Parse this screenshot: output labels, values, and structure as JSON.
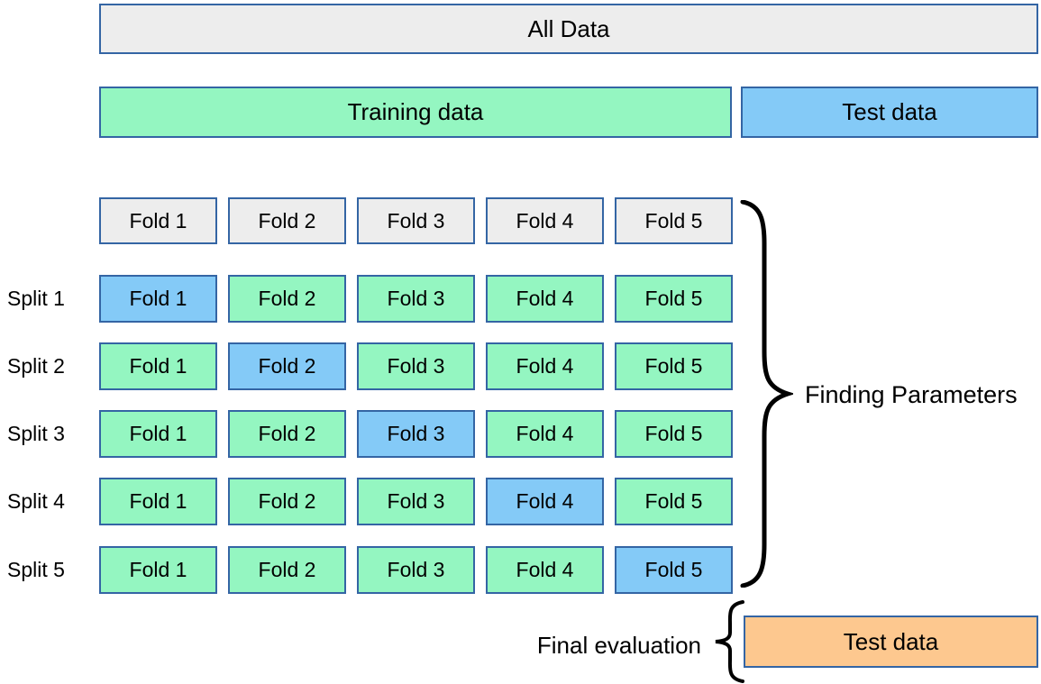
{
  "colors": {
    "border": "#3465a4",
    "gray_fill": "#ededed",
    "green_fill": "#94f6c1",
    "blue_fill": "#84caf7",
    "orange_fill": "#fdc88f"
  },
  "all_data": {
    "label": "All Data"
  },
  "split_bar": {
    "training_label": "Training data",
    "test_label": "Test data"
  },
  "fold_header": [
    "Fold 1",
    "Fold 2",
    "Fold 3",
    "Fold 4",
    "Fold 5"
  ],
  "splits": [
    {
      "label": "Split 1",
      "test_fold": 0,
      "folds": [
        "Fold 1",
        "Fold 2",
        "Fold 3",
        "Fold 4",
        "Fold 5"
      ]
    },
    {
      "label": "Split 2",
      "test_fold": 1,
      "folds": [
        "Fold 1",
        "Fold 2",
        "Fold 3",
        "Fold 4",
        "Fold 5"
      ]
    },
    {
      "label": "Split 3",
      "test_fold": 2,
      "folds": [
        "Fold 1",
        "Fold 2",
        "Fold 3",
        "Fold 4",
        "Fold 5"
      ]
    },
    {
      "label": "Split 4",
      "test_fold": 3,
      "folds": [
        "Fold 1",
        "Fold 2",
        "Fold 3",
        "Fold 4",
        "Fold 5"
      ]
    },
    {
      "label": "Split 5",
      "test_fold": 4,
      "folds": [
        "Fold 1",
        "Fold 2",
        "Fold 3",
        "Fold 4",
        "Fold 5"
      ]
    }
  ],
  "annotations": {
    "finding_parameters": "Finding Parameters",
    "final_evaluation": "Final evaluation",
    "final_test_label": "Test data"
  }
}
